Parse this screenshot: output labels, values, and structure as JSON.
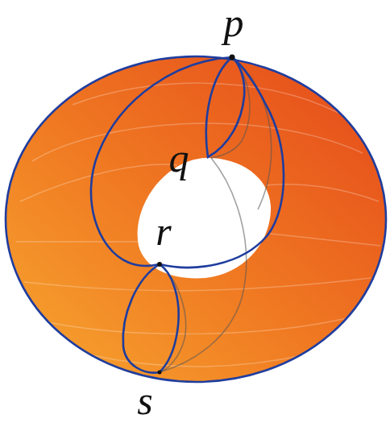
{
  "diagram": {
    "labels": [
      "p",
      "q",
      "r",
      "s"
    ]
  }
}
